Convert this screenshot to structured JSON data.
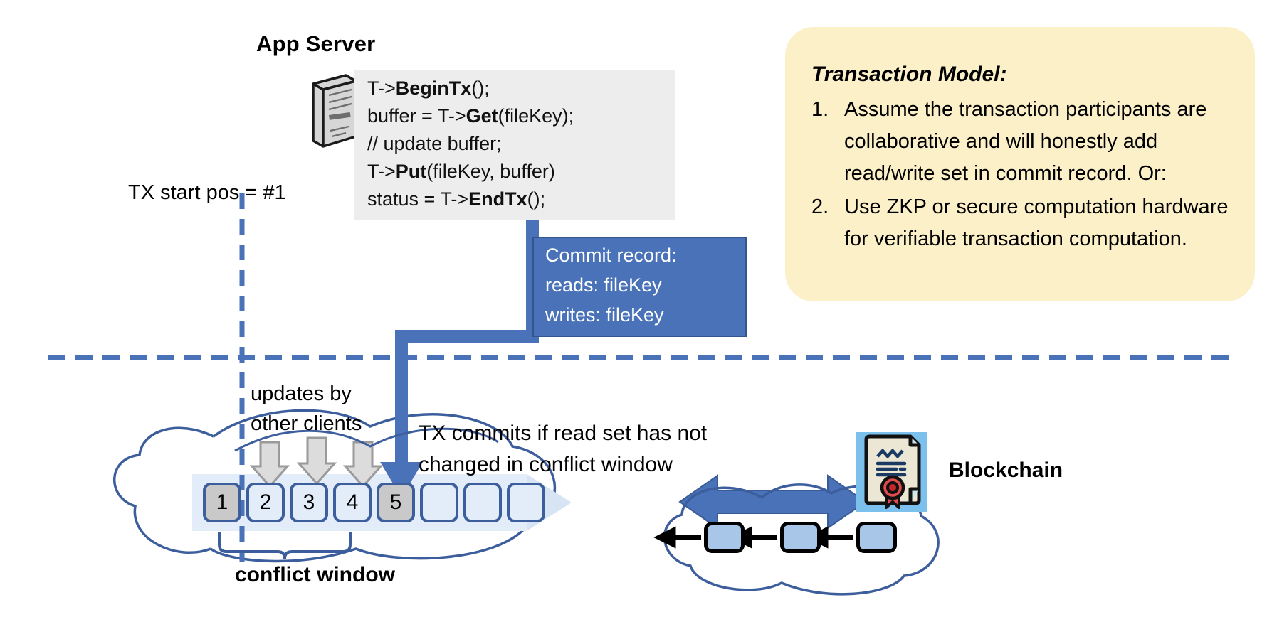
{
  "diagram": {
    "app_server": {
      "title": "App Server",
      "icon": "server-tower-icon",
      "code_lines": [
        [
          {
            "t": "T->",
            "b": false
          },
          {
            "t": "BeginTx",
            "b": true
          },
          {
            "t": "();",
            "b": false
          }
        ],
        [
          {
            "t": "buffer = T->",
            "b": false
          },
          {
            "t": "Get",
            "b": true
          },
          {
            "t": "(fileKey);",
            "b": false
          }
        ],
        [
          {
            "t": "// update buffer;",
            "b": false
          }
        ],
        [
          {
            "t": "T->",
            "b": false
          },
          {
            "t": "Put",
            "b": true
          },
          {
            "t": "(fileKey, buffer)",
            "b": false
          }
        ],
        [
          {
            "t": "status = T->",
            "b": false
          },
          {
            "t": "EndTx",
            "b": true
          },
          {
            "t": "();",
            "b": false
          }
        ]
      ]
    },
    "commit_record": {
      "title": "Commit record:",
      "reads": "reads: fileKey",
      "writes": "writes: fileKey",
      "color": "#4a72b8"
    },
    "transaction_model": {
      "title": "Transaction Model:",
      "bg_color": "#fcf0c9",
      "items": [
        {
          "num": "1.",
          "text": "Assume the transaction participants are collaborative and will honestly add read/write set in commit record.  Or:"
        },
        {
          "num": "2.",
          "text": "Use ZKP or secure computation hardware for verifiable transaction computation."
        }
      ]
    },
    "labels": {
      "tx_start": "TX start pos = #1",
      "updates_by_other_clients": "updates by\nother clients",
      "tx_commits": "TX commits if read set has not\nchanged in conflict window",
      "conflict_window": "conflict window",
      "blockchain": "Blockchain"
    },
    "ledger": {
      "blocks": [
        {
          "label": "1",
          "filled": true
        },
        {
          "label": "2",
          "filled": false
        },
        {
          "label": "3",
          "filled": false
        },
        {
          "label": "4",
          "filled": false
        },
        {
          "label": "5",
          "filled": true
        },
        {
          "label": "",
          "filled": false
        },
        {
          "label": "",
          "filled": false
        },
        {
          "label": "",
          "filled": false
        }
      ],
      "accent_color": "#3d5e9c",
      "filled_color": "#c9c9c9",
      "empty_color": "#e2edf9"
    },
    "blockchain": {
      "icon": "certificate-contract-icon",
      "blocks": [
        "",
        "",
        ""
      ],
      "block_color": "#a8c6e8"
    }
  }
}
